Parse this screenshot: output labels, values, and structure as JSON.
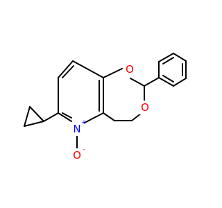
{
  "atoms": {
    "O1": "O",
    "O2": "O",
    "N": "N",
    "O_minus": "O",
    "charge_plus": "+",
    "charge_minus": "-"
  },
  "colors": {
    "oxygen": "#ff0000",
    "nitrogen": "#0000ff",
    "bond": "#000000",
    "background": "#ffffff"
  }
}
